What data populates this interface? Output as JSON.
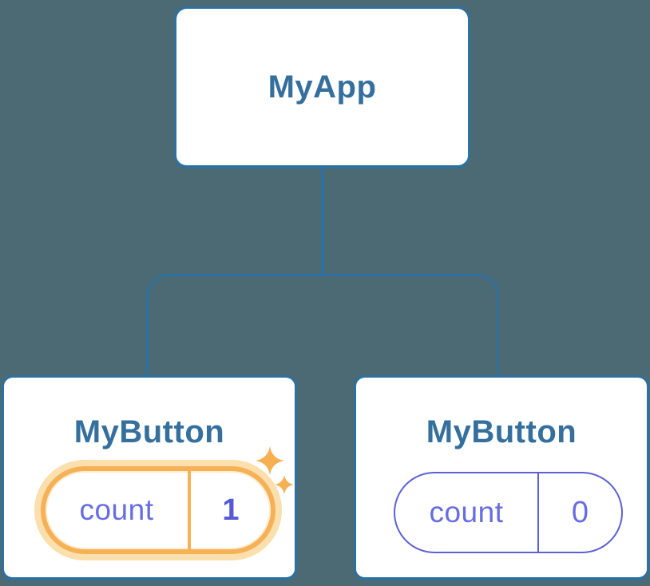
{
  "diagram": {
    "description": "React component tree showing isolated state",
    "root": {
      "label": "MyApp"
    },
    "children": [
      {
        "label": "MyButton",
        "highlighted": true,
        "state": {
          "key": "count",
          "value": "1"
        }
      },
      {
        "label": "MyButton",
        "highlighted": false,
        "state": {
          "key": "count",
          "value": "0"
        }
      }
    ]
  },
  "icons": {
    "sparkles": "sparkles-icon"
  },
  "colors": {
    "bg": "#4c6a73",
    "line": "#2e709f",
    "title": "#346f9e",
    "highlight": "#f6b156",
    "highlight-glow": "#fbdfad",
    "sparkle": "#f6b052",
    "state-line": "#5b60d6",
    "state-text": "#666ce2",
    "state-value": "#5459d4"
  }
}
